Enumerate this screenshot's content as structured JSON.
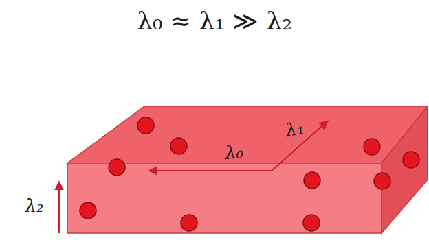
{
  "diagram": {
    "title": "λ₀ ≈ λ₁ ≫ λ₂",
    "labels": [
      "λ₀",
      "λ₁",
      "λ₂"
    ]
  }
}
